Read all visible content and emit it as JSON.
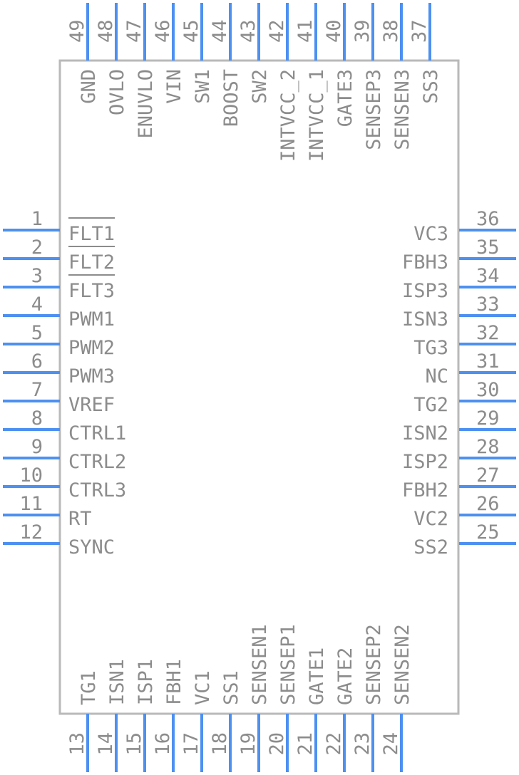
{
  "component": {
    "colors": {
      "pin": "#4d90f0",
      "body_outline": "#b9b9b9",
      "text": "#8c8c8c",
      "background": "#ffffff"
    },
    "left_pins": [
      {
        "number": "1",
        "name": "FLT1",
        "active_low": true
      },
      {
        "number": "2",
        "name": "FLT2",
        "active_low": true
      },
      {
        "number": "3",
        "name": "FLT3",
        "active_low": true
      },
      {
        "number": "4",
        "name": "PWM1",
        "active_low": false
      },
      {
        "number": "5",
        "name": "PWM2",
        "active_low": false
      },
      {
        "number": "6",
        "name": "PWM3",
        "active_low": false
      },
      {
        "number": "7",
        "name": "VREF",
        "active_low": false
      },
      {
        "number": "8",
        "name": "CTRL1",
        "active_low": false
      },
      {
        "number": "9",
        "name": "CTRL2",
        "active_low": false
      },
      {
        "number": "10",
        "name": "CTRL3",
        "active_low": false
      },
      {
        "number": "11",
        "name": "RT",
        "active_low": false
      },
      {
        "number": "12",
        "name": "SYNC",
        "active_low": false
      }
    ],
    "bottom_pins": [
      {
        "number": "13",
        "name": "TG1"
      },
      {
        "number": "14",
        "name": "ISN1"
      },
      {
        "number": "15",
        "name": "ISP1"
      },
      {
        "number": "16",
        "name": "FBH1"
      },
      {
        "number": "17",
        "name": "VC1"
      },
      {
        "number": "18",
        "name": "SS1"
      },
      {
        "number": "19",
        "name": "SENSEN1"
      },
      {
        "number": "20",
        "name": "SENSEP1"
      },
      {
        "number": "21",
        "name": "GATE1"
      },
      {
        "number": "22",
        "name": "GATE2"
      },
      {
        "number": "23",
        "name": "SENSEP2"
      },
      {
        "number": "24",
        "name": "SENSEN2"
      }
    ],
    "right_pins": [
      {
        "number": "36",
        "name": "VC3"
      },
      {
        "number": "35",
        "name": "FBH3"
      },
      {
        "number": "34",
        "name": "ISP3"
      },
      {
        "number": "33",
        "name": "ISN3"
      },
      {
        "number": "32",
        "name": "TG3"
      },
      {
        "number": "31",
        "name": "NC"
      },
      {
        "number": "30",
        "name": "TG2"
      },
      {
        "number": "29",
        "name": "ISN2"
      },
      {
        "number": "28",
        "name": "ISP2"
      },
      {
        "number": "27",
        "name": "FBH2"
      },
      {
        "number": "26",
        "name": "VC2"
      },
      {
        "number": "25",
        "name": "SS2"
      }
    ],
    "top_pins": [
      {
        "number": "49",
        "name": "GND"
      },
      {
        "number": "48",
        "name": "OVLO"
      },
      {
        "number": "47",
        "name": "ENUVLO"
      },
      {
        "number": "46",
        "name": "VIN"
      },
      {
        "number": "45",
        "name": "SW1"
      },
      {
        "number": "44",
        "name": "BOOST"
      },
      {
        "number": "43",
        "name": "SW2"
      },
      {
        "number": "42",
        "name": "INTVCC_2"
      },
      {
        "number": "41",
        "name": "INTVCC_1"
      },
      {
        "number": "40",
        "name": "GATE3"
      },
      {
        "number": "39",
        "name": "SENSEP3"
      },
      {
        "number": "38",
        "name": "SENSEN3"
      },
      {
        "number": "37",
        "name": "SS3"
      }
    ]
  }
}
